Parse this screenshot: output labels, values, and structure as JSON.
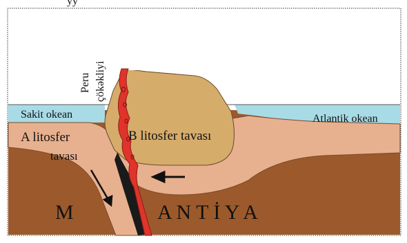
{
  "top_text": "yy",
  "labels": {
    "pacific": "Sakit okean",
    "atlantic": "Atlantik okean",
    "plate_a_line1": "A litosfer",
    "plate_a_line2": "tavası",
    "plate_b": "B litosfer tavası",
    "trench_line1": "Peru",
    "trench_line2": "çökəkliyi",
    "mantle_m": "M",
    "mantle_rest": "A N T İ Y A"
  },
  "colors": {
    "ocean": "#a8dbe6",
    "lithosphere": "#e7b08f",
    "mantle": "#9c5a2c",
    "continent": "#d6ac6b",
    "magma": "#e0342b",
    "subduction_dark": "#1a1a1a",
    "border": "#333333"
  }
}
